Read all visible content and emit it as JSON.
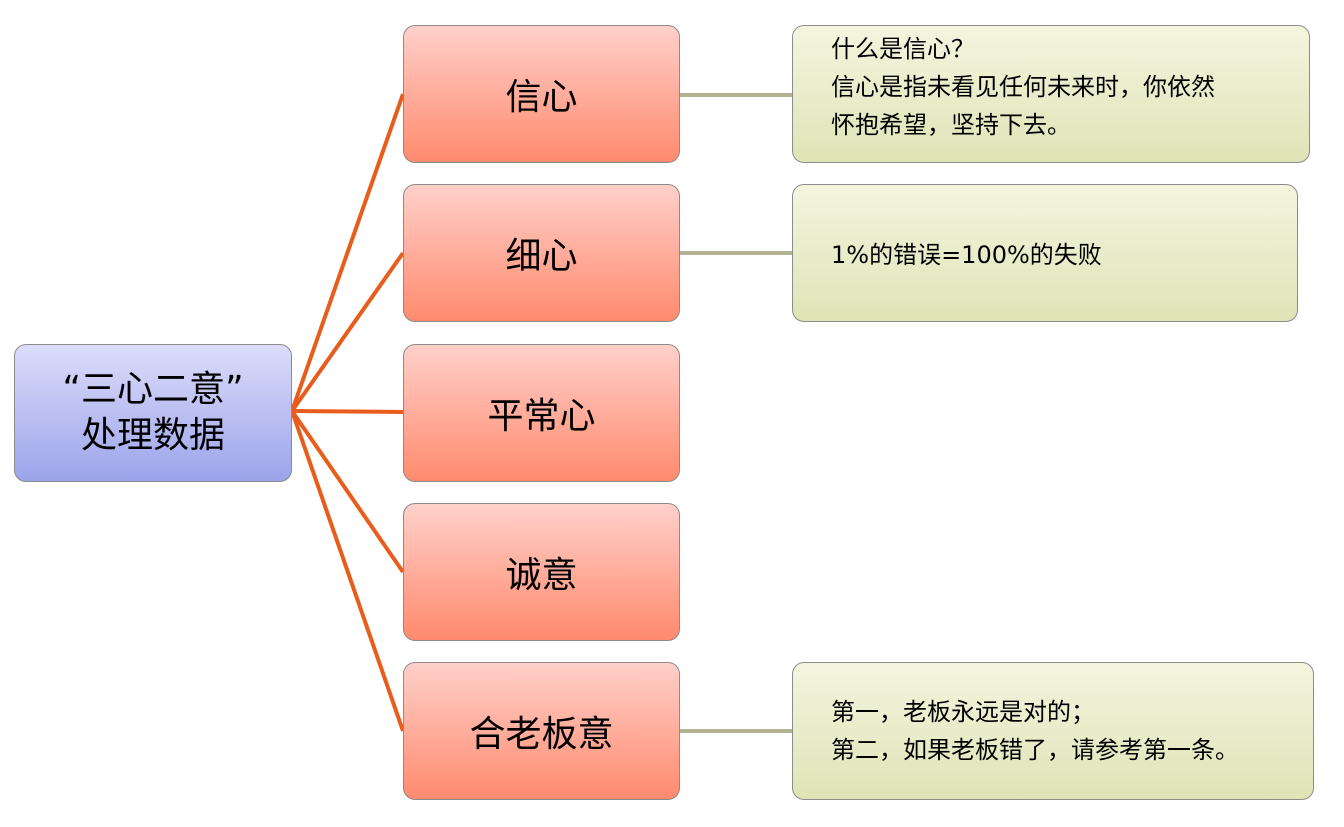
{
  "root": {
    "line1": "“三心二意”",
    "line2": "处理数据"
  },
  "branches": [
    {
      "label": "信心"
    },
    {
      "label": "细心"
    },
    {
      "label": "平常心"
    },
    {
      "label": "诚意"
    },
    {
      "label": "合老板意"
    }
  ],
  "notes": {
    "xinxin": [
      "什么是信心？",
      "信心是指未看见任何未来时，你依然",
      "怀抱希望，坚持下去。"
    ],
    "xixin": [
      "1%的错误=100%的失败"
    ],
    "helaobanyi": [
      "第一，老板永远是对的；",
      "第二，如果老板错了，请参考第一条。"
    ]
  },
  "colors": {
    "root_top": "#dcdcfa",
    "root_bottom": "#9ca4ea",
    "branch_top": "#ffd0ca",
    "branch_bottom": "#ff8a6e",
    "note_top": "#f3f5df",
    "note_bottom": "#dfe4b6",
    "connector_main": "#e85c1c",
    "connector_note": "#b3b394"
  }
}
